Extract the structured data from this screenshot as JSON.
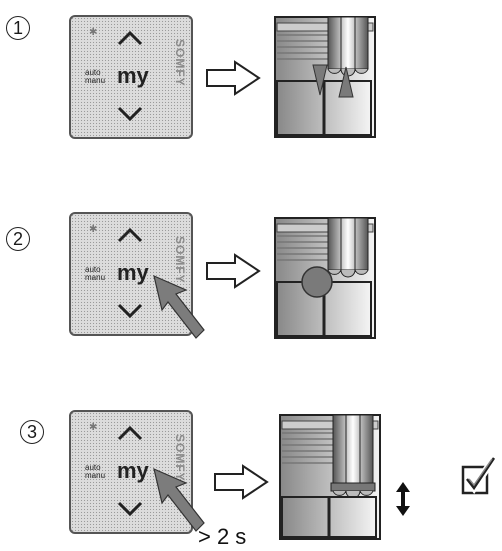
{
  "steps": [
    {
      "number": "1",
      "remote": {
        "auto_label": "auto\nmanu",
        "my_label": "my",
        "brand": "SOMFY"
      }
    },
    {
      "number": "2",
      "remote": {
        "auto_label": "auto\nmanu",
        "my_label": "my",
        "brand": "SOMFY"
      }
    },
    {
      "number": "3",
      "remote": {
        "auto_label": "auto\nmanu",
        "my_label": "my",
        "brand": "SOMFY"
      },
      "hold_time": "> 2 s"
    }
  ],
  "icons": {
    "step_1_scene": "window-awning-moving-icon",
    "step_2_scene": "window-awning-stop-icon",
    "step_3_scene": "window-awning-set-icon",
    "arrow": "hollow-right-arrow-icon",
    "press": "press-pointer-arrow-icon",
    "check": "checkbox-checked-icon",
    "updown": "up-down-arrow-icon"
  }
}
